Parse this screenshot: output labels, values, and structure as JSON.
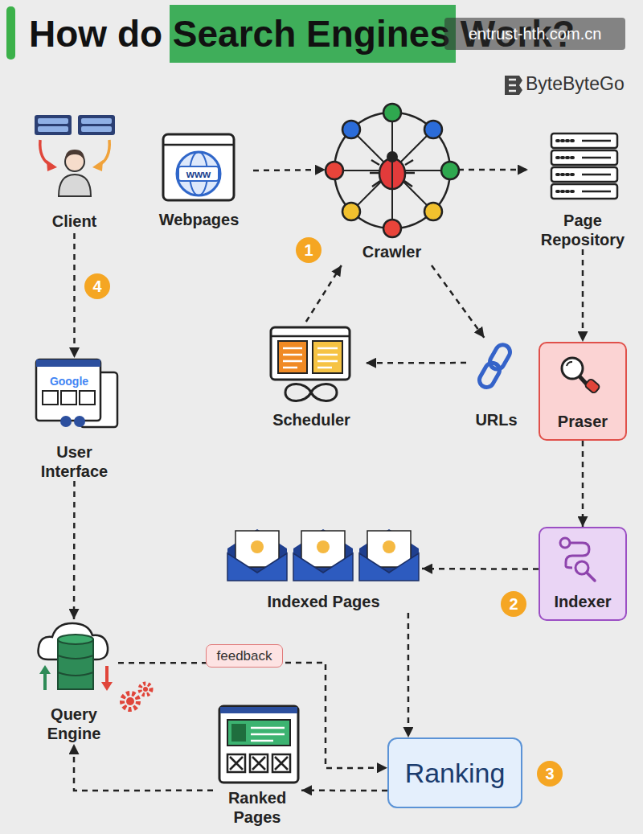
{
  "diagram": {
    "title": "How do Search Engines Work?",
    "nodes": [
      {
        "text": [
          "Client"
        ]
      },
      {
        "text": [
          "Webpages"
        ]
      },
      {
        "text": [
          "Crawler"
        ]
      },
      {
        "text": [
          "Page Repository"
        ]
      },
      {
        "text": [
          "Scheduler"
        ]
      },
      {
        "text": [
          "URLs"
        ]
      },
      {
        "text": [
          "Praser"
        ]
      },
      {
        "text": [
          "User Interface"
        ]
      },
      {
        "text": [
          "Indexed Pages"
        ]
      },
      {
        "text": [
          "Indexer"
        ]
      },
      {
        "text": [
          "Query Engine"
        ]
      },
      {
        "text": [
          "Ranked Pages"
        ]
      },
      {
        "text": [
          "Ranking"
        ]
      }
    ],
    "edges": [
      {
        "from": 1,
        "to": 2,
        "arrow": "to"
      },
      {
        "from": 2,
        "to": 3,
        "arrow": "to"
      },
      {
        "from": 2,
        "to": 5,
        "arrow": "to"
      },
      {
        "from": 5,
        "to": 4,
        "arrow": "to"
      },
      {
        "from": 4,
        "to": 2,
        "arrow": "to"
      },
      {
        "from": 3,
        "to": 6,
        "arrow": "to"
      },
      {
        "from": 6,
        "to": 9,
        "arrow": "to"
      },
      {
        "from": 9,
        "to": 8,
        "arrow": "to"
      },
      {
        "from": 8,
        "to": 12,
        "arrow": "to"
      },
      {
        "from": 0,
        "to": 7,
        "arrow": "to"
      },
      {
        "from": 7,
        "to": 10,
        "arrow": "to"
      },
      {
        "from": 10,
        "to": 12,
        "label": "feedback",
        "arrow": "to"
      },
      {
        "from": 12,
        "to": 11,
        "arrow": "to"
      },
      {
        "from": 11,
        "to": 10,
        "arrow": "to"
      }
    ],
    "labels": [
      "entrust-hth.com.cn",
      "ByteByteGo",
      "www",
      "1",
      "4",
      "Google",
      "2",
      "3"
    ]
  }
}
